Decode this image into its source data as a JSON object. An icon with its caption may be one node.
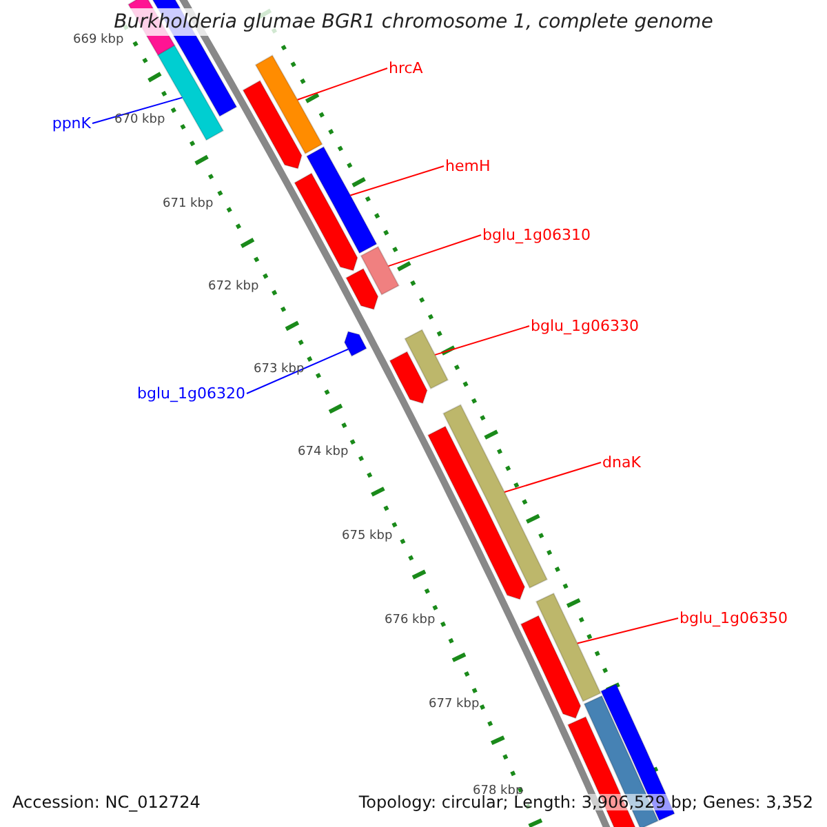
{
  "diagram": {
    "title": "Burkholderia glumae BGR1 chromosome 1, complete genome",
    "nodes": [
      {
        "text": [
          "ppnK"
        ]
      },
      {
        "text": [],
        "shape": "bar"
      },
      {
        "text": [
          "hrcA"
        ]
      },
      {
        "text": [],
        "shape": "bar"
      },
      {
        "text": [
          "hemH"
        ]
      },
      {
        "text": [],
        "shape": "bar"
      },
      {
        "text": [
          "bglu_1g06310"
        ]
      },
      {
        "text": [],
        "shape": "bar"
      },
      {
        "text": [
          "bglu_1g06330"
        ]
      },
      {
        "text": [],
        "shape": "bar"
      },
      {
        "text": [
          "bglu_1g06320"
        ]
      },
      {
        "text": [],
        "shape": "bar"
      },
      {
        "text": [
          "dnaK"
        ]
      },
      {
        "text": [],
        "shape": "bar"
      },
      {
        "text": [
          "bglu_1g06350"
        ]
      },
      {
        "text": [],
        "shape": "bar"
      },
      {
        "text": [],
        "shape": "bar"
      },
      {
        "text": [],
        "shape": "bar"
      },
      {
        "text": [],
        "shape": "bar"
      },
      {
        "text": [],
        "shape": "bar"
      },
      {
        "text": [],
        "shape": "bar"
      },
      {
        "text": [],
        "shape": "bar"
      },
      {
        "text": [],
        "shape": "bar"
      },
      {
        "text": [],
        "shape": "bar"
      },
      {
        "text": [],
        "shape": "bar"
      },
      {
        "text": [],
        "shape": "bar"
      },
      {
        "text": [],
        "shape": "bar"
      }
    ],
    "edges": [
      {
        "from": 0,
        "to": 1,
        "arrow": "none",
        "color": "#0000ff"
      },
      {
        "from": 2,
        "to": 3,
        "arrow": "none"
      },
      {
        "from": 4,
        "to": 5,
        "arrow": "none"
      },
      {
        "from": 6,
        "to": 7,
        "arrow": "none"
      },
      {
        "from": 8,
        "to": 9,
        "arrow": "none"
      },
      {
        "from": 10,
        "to": 11,
        "arrow": "none",
        "color": "#0000ff"
      },
      {
        "from": 12,
        "to": 13,
        "arrow": "none"
      },
      {
        "from": 14,
        "to": 15,
        "arrow": "none"
      }
    ],
    "labels": [
      "669 kbp",
      "670 kbp",
      "671 kbp",
      "672 kbp",
      "673 kbp",
      "674 kbp",
      "675 kbp",
      "676 kbp",
      "677 kbp",
      "678 kbp",
      "Accession: NC_012724",
      "Topology: circular; Length: 3,906,529 bp; Genes: 3,352"
    ]
  }
}
